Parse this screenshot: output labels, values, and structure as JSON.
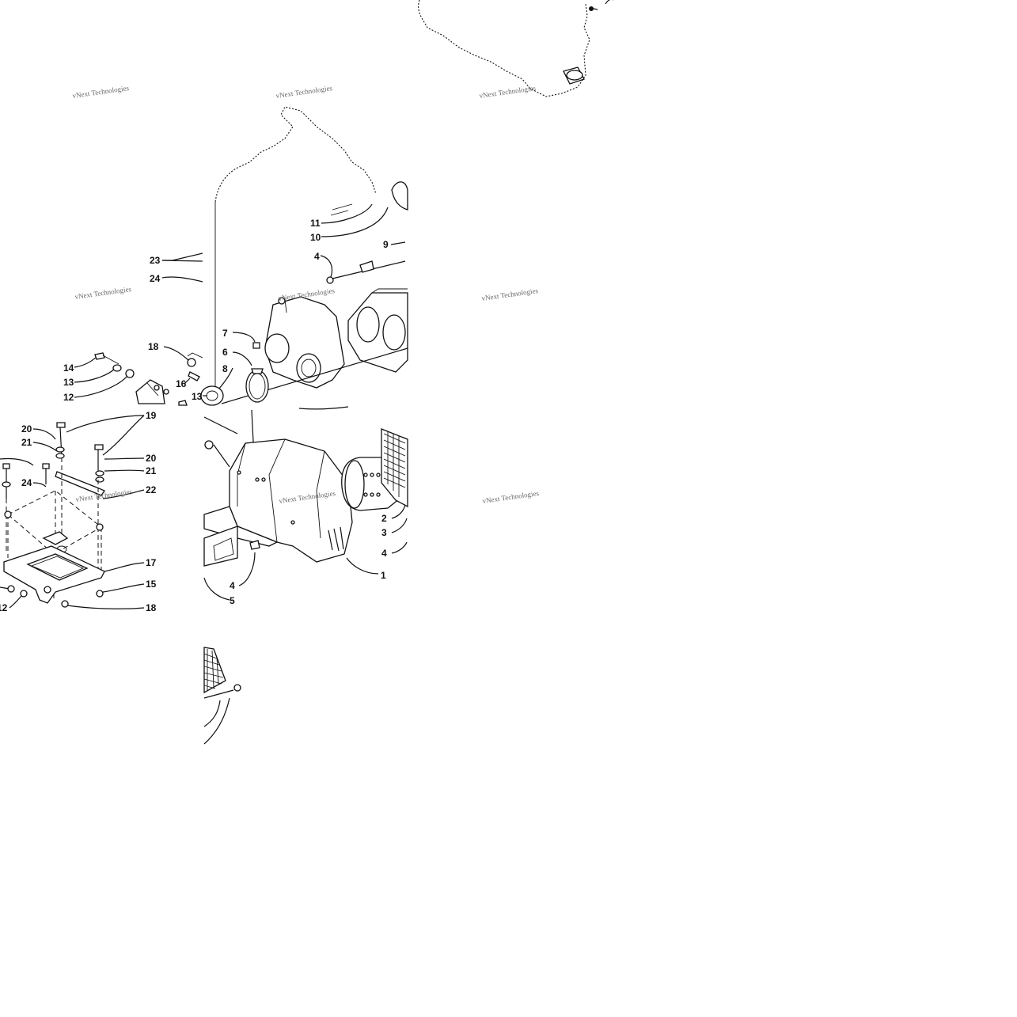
{
  "watermark": "vNext Technologies",
  "tiles": {
    "tile_b_callouts": [
      "11",
      "10",
      "9",
      "4",
      "23",
      "24",
      "18",
      "7",
      "6",
      "8",
      "14",
      "13",
      "12",
      "16",
      "13"
    ],
    "tile_c_callouts": [
      "19",
      "20",
      "21",
      "20",
      "21",
      "24",
      "22",
      "17",
      "15",
      "18",
      "12"
    ],
    "tile_d_callouts": [
      "2",
      "3",
      "4",
      "1",
      "4",
      "5"
    ]
  }
}
